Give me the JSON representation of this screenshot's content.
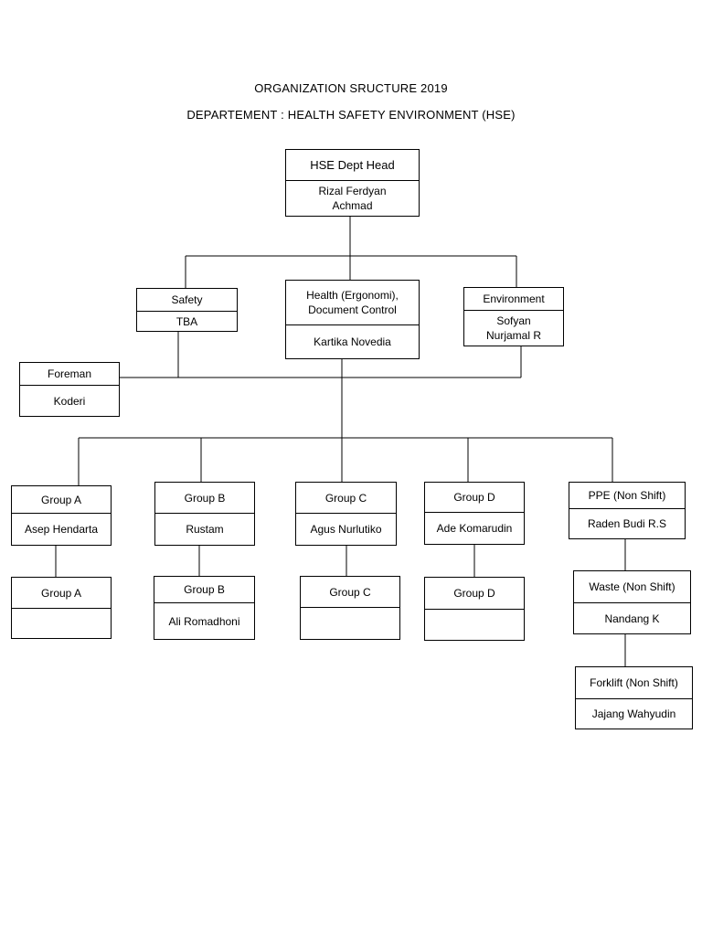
{
  "header": {
    "title": "ORGANIZATION SRUCTURE 2019",
    "subtitle": "DEPARTEMENT : HEALTH SAFETY ENVIRONMENT (HSE)"
  },
  "nodes": {
    "head": {
      "role": "HSE Dept Head",
      "name": "Rizal Ferdyan Achmad"
    },
    "safety": {
      "role": "Safety",
      "name": "TBA"
    },
    "health": {
      "role": "Health (Ergonomi), Document Control",
      "name": "Kartika Novedia"
    },
    "environment": {
      "role": "Environment",
      "name": "Sofyan Nurjamal R"
    },
    "foreman": {
      "role": "Foreman",
      "name": "Koderi"
    },
    "group_a": {
      "role": "Group A",
      "name": "Asep Hendarta"
    },
    "group_b": {
      "role": "Group B",
      "name": "Rustam"
    },
    "group_c": {
      "role": "Group C",
      "name": "Agus Nurlutiko"
    },
    "group_d": {
      "role": "Group D",
      "name": "Ade Komarudin"
    },
    "ppe": {
      "role": "PPE (Non Shift)",
      "name": "Raden Budi R.S"
    },
    "group_a_sub": {
      "role": "Group A",
      "name": ""
    },
    "group_b_sub": {
      "role": "Group B",
      "name": "Ali Romadhoni"
    },
    "group_c_sub": {
      "role": "Group C",
      "name": ""
    },
    "group_d_sub": {
      "role": "Group D",
      "name": ""
    },
    "waste": {
      "role": "Waste (Non Shift)",
      "name": "Nandang K"
    },
    "forklift": {
      "role": "Forklift (Non Shift)",
      "name": "Jajang Wahyudin"
    }
  }
}
